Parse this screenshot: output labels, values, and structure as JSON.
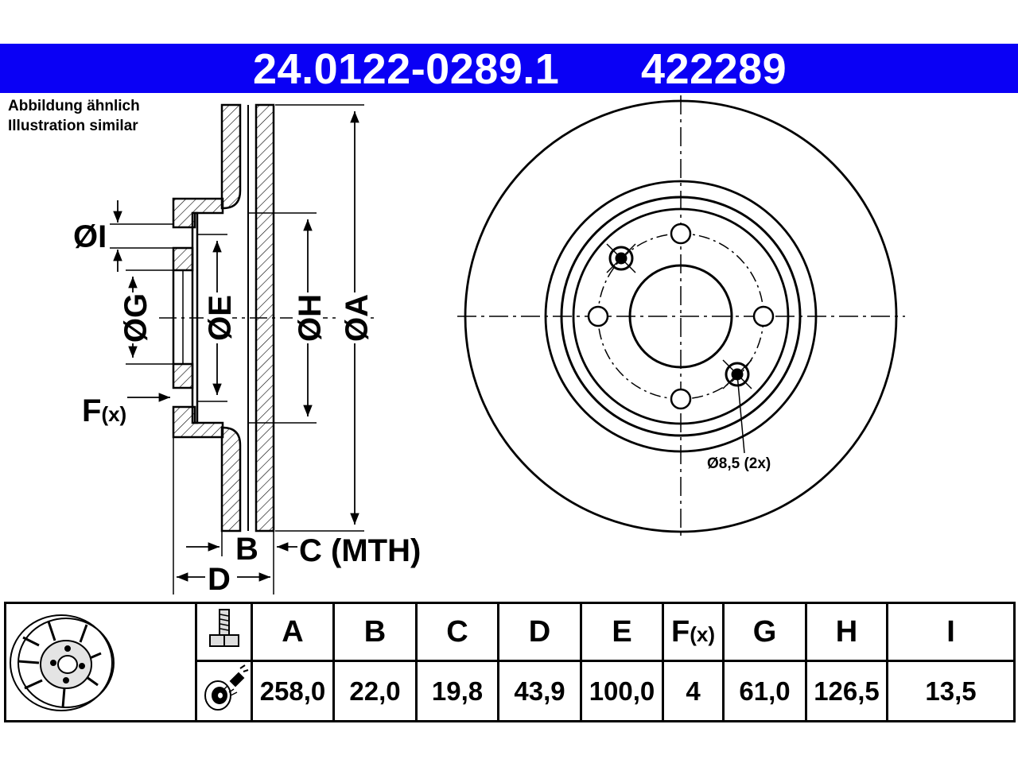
{
  "header": {
    "part_number": "24.0122-0289.1",
    "reference_number": "422289",
    "background_color": "#0a00f5"
  },
  "notes": {
    "line1": "Abbildung ähnlich",
    "line2": "Illustration similar"
  },
  "drawing": {
    "section_labels": {
      "dia_i": "ØI",
      "dia_g": "ØG",
      "dia_e": "ØE",
      "dia_h": "ØH",
      "dia_a": "ØA",
      "f": "F",
      "f_sub": "(x)",
      "b": "B",
      "c": "C (MTH)",
      "d": "D"
    },
    "front_labels": {
      "hole_note": "Ø8,5 (2x)"
    }
  },
  "table": {
    "icons": [
      "brake-disc-icon",
      "bolt-icon",
      "cleaning-spray-icon"
    ],
    "columns": [
      {
        "key": "A",
        "label": "A",
        "value": "258,0"
      },
      {
        "key": "B",
        "label": "B",
        "value": "22,0"
      },
      {
        "key": "C",
        "label": "C",
        "value": "19,8"
      },
      {
        "key": "D",
        "label": "D",
        "value": "43,9"
      },
      {
        "key": "E",
        "label": "E",
        "value": "100,0"
      },
      {
        "key": "F",
        "label": "F",
        "label_sub": "(x)",
        "value": "4"
      },
      {
        "key": "G",
        "label": "G",
        "value": "61,0"
      },
      {
        "key": "H",
        "label": "H",
        "value": "126,5"
      },
      {
        "key": "I",
        "label": "I",
        "value": "13,5"
      }
    ]
  }
}
